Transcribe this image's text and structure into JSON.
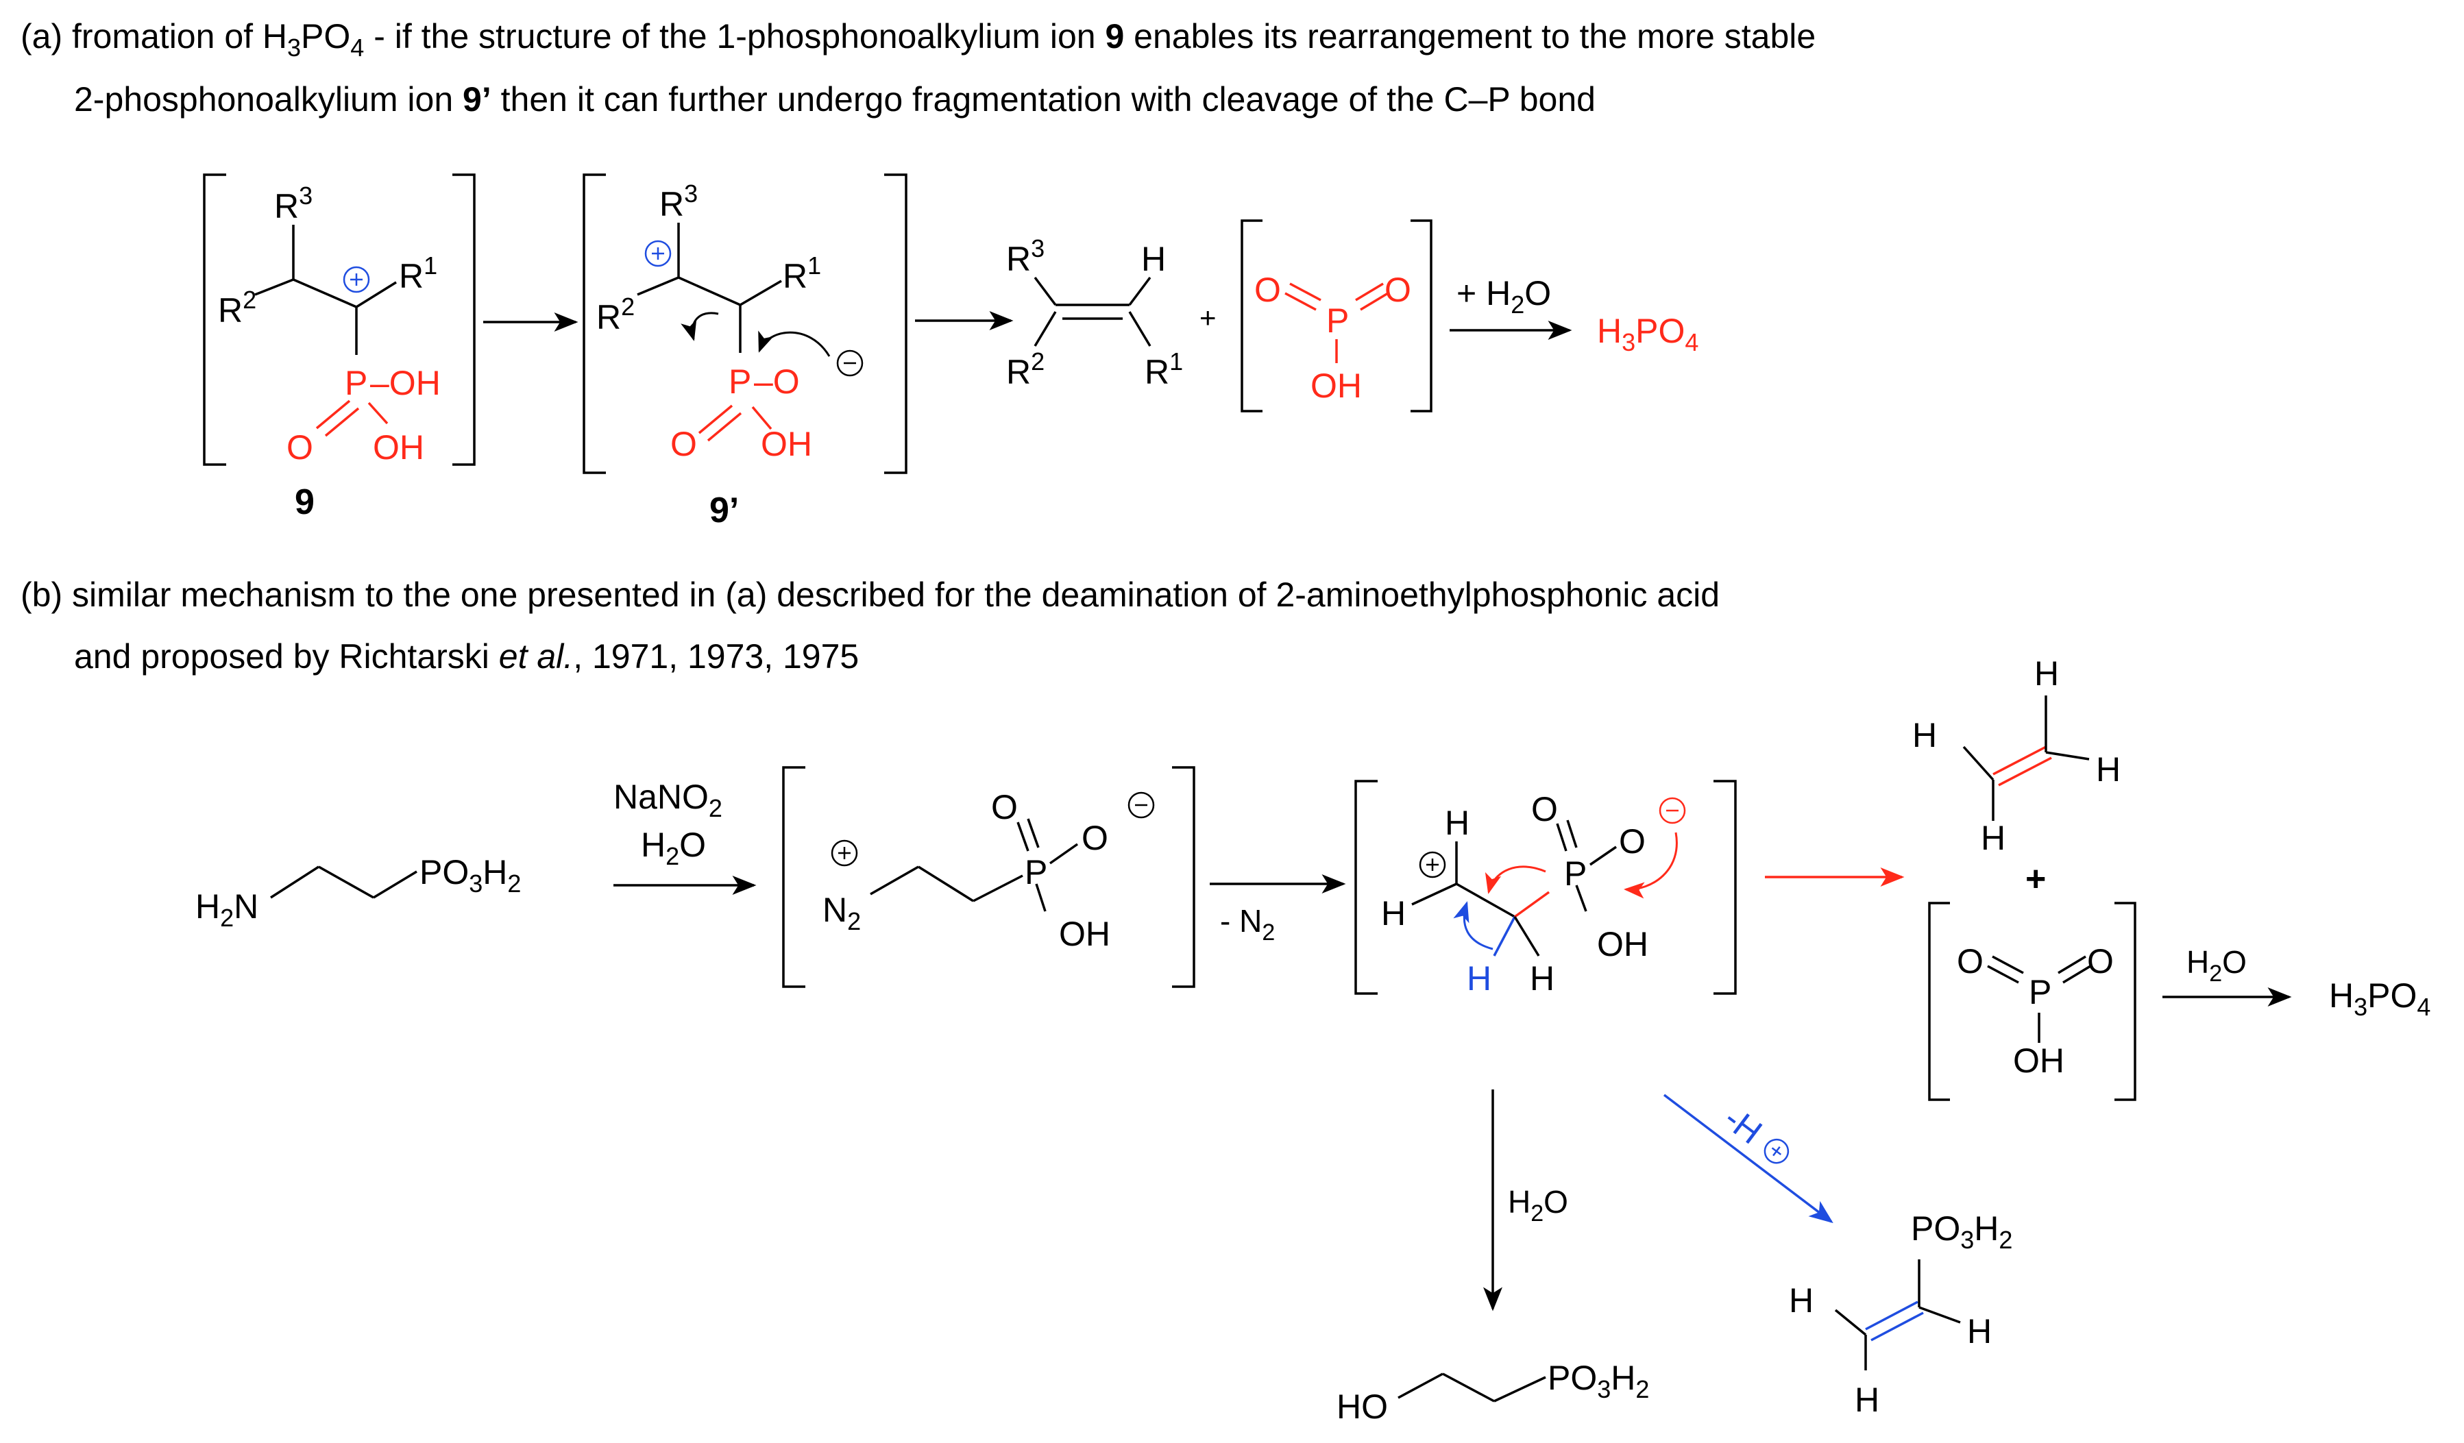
{
  "colors": {
    "black": "#000000",
    "red": "#ff2a1a",
    "blue": "#1f4de0"
  },
  "part_a": {
    "heading_line1": [
      "(a) fromation of H",
      "3",
      "PO",
      "4",
      " - if the structure of the 1-phosphonoalkylium ion ",
      "9",
      " enables its rearrangement to the more stable"
    ],
    "heading_line2": [
      "2-phosphonoalkylium ion ",
      "9’",
      "  then it can further undergo fragmentation with cleavage of the C–P bond"
    ],
    "cmpd9": {
      "label": "9",
      "r3": [
        "R",
        "3"
      ],
      "r2": [
        "R",
        "2"
      ],
      "r1": [
        "R",
        "1"
      ],
      "p": "P",
      "oh_right": "–OH",
      "oh_bottom": "OH",
      "o": "O",
      "charge": "+"
    },
    "cmpd9p": {
      "label": "9’",
      "r3": [
        "R",
        "3"
      ],
      "r2": [
        "R",
        "2"
      ],
      "r1": [
        "R",
        "1"
      ],
      "p": "P",
      "o_right": "–O",
      "oh_bottom": "OH",
      "o": "O",
      "charge_plus": "+",
      "charge_minus": "−"
    },
    "alkene": {
      "r3": [
        "R",
        "3"
      ],
      "r2": [
        "R",
        "2"
      ],
      "r1": [
        "R",
        "1"
      ],
      "h": "H"
    },
    "plus": "+",
    "metaphosphate": {
      "o_left": "O",
      "o_right": "O",
      "p": "P",
      "oh": "OH"
    },
    "arrow_label": [
      "+ H",
      "2",
      "O"
    ],
    "product": [
      "H",
      "3",
      "PO",
      "4"
    ]
  },
  "part_b": {
    "heading_line1": [
      "(b) similar mechanism to the one presented in (a) described for the deamination of 2-aminoethylphosphonic acid"
    ],
    "heading_line2": [
      "and proposed by Richtarski ",
      "et al.",
      ", 1971, 1973, 1975"
    ],
    "start": {
      "h2n": [
        "H",
        "2",
        "N"
      ],
      "po3h2": [
        "PO",
        "3",
        "H",
        "2"
      ]
    },
    "reagents": {
      "line1": [
        "NaNO",
        "2"
      ],
      "line2": [
        "H",
        "2",
        "O"
      ]
    },
    "diazonium": {
      "n2": [
        "N",
        "2"
      ],
      "plus": "+",
      "o_top": "O",
      "o_right": "O",
      "minus": "−",
      "p": "P",
      "oh": "OH"
    },
    "loss_label": [
      "- N",
      "2"
    ],
    "cation": {
      "h_top": "H",
      "h_left": "H",
      "h_blue": "H",
      "h_bottom": "H",
      "plus": "+",
      "o_top": "O",
      "o_right": "O",
      "minus": "−",
      "p": "P",
      "oh": "OH"
    },
    "ethylene": {
      "h_top": "H",
      "h_left": "H",
      "h_right": "H",
      "h_bottom": "H"
    },
    "plus": "+",
    "metaphosphate": {
      "o_left": "O",
      "o_right": "O",
      "p": "P",
      "oh": "OH"
    },
    "water_label": [
      "H",
      "2",
      "O"
    ],
    "product": [
      "H",
      "3",
      "PO",
      "4"
    ],
    "down_label": [
      "H",
      "2",
      "O"
    ],
    "deprot_label": {
      "text": "-H",
      "plus": "+"
    },
    "vinyl": {
      "po3h2": [
        "PO",
        "3",
        "H",
        "2"
      ],
      "h_left": "H",
      "h_right": "H",
      "h_bottom": "H"
    },
    "hydroxyethyl": {
      "ho": "HO",
      "po3h2": [
        "PO",
        "3",
        "H",
        "2"
      ]
    }
  }
}
